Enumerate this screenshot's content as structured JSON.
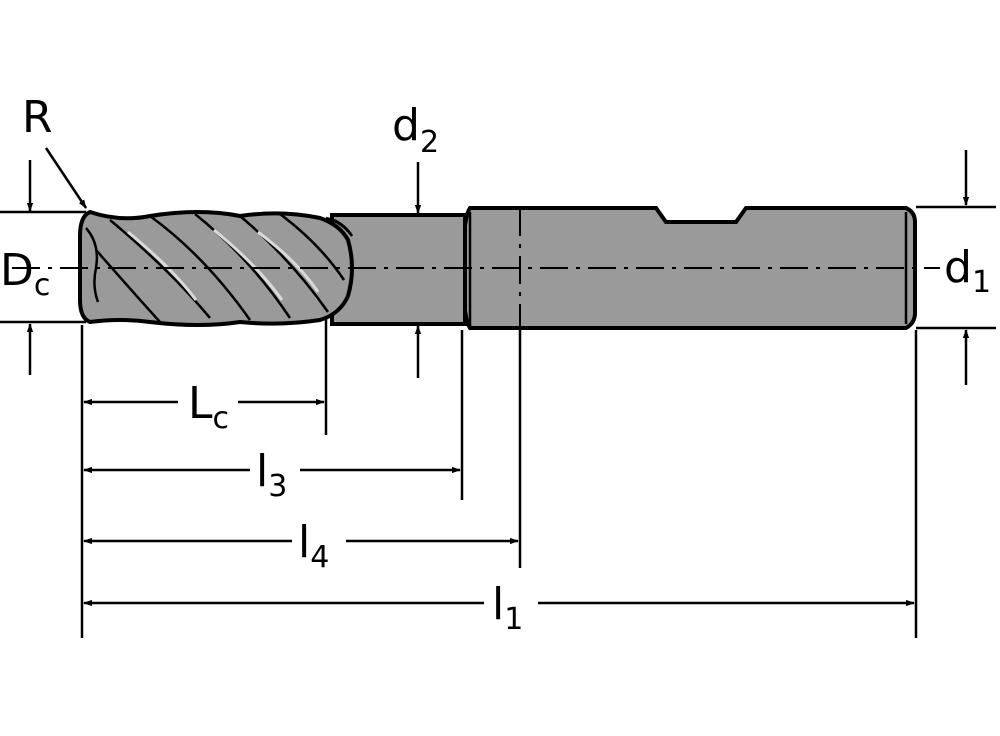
{
  "labels": {
    "corner_radius": "R",
    "cutting_diameter": {
      "main": "D",
      "sub": "c"
    },
    "neck_diameter": {
      "main": "d",
      "sub": "2"
    },
    "shank_diameter": {
      "main": "d",
      "sub": "1"
    },
    "cutting_length": {
      "main": "L",
      "sub": "c"
    },
    "length_3": {
      "main": "l",
      "sub": "3"
    },
    "length_4": {
      "main": "l",
      "sub": "4"
    },
    "overall_length": {
      "main": "l",
      "sub": "1"
    }
  },
  "colors": {
    "tool_body": "#9a9a9a",
    "lines": "#000000",
    "background": "#ffffff"
  }
}
